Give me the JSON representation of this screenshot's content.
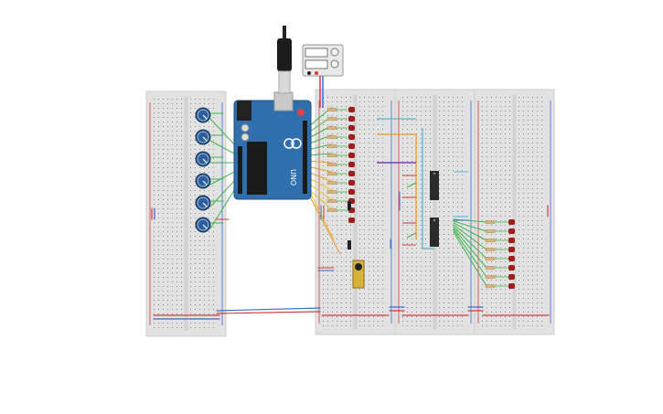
{
  "canvas": {
    "background": "#ffffff"
  },
  "arduino": {
    "brand_text": "UNO",
    "board_color": "#2f6fae",
    "board_edge_color": "#1f4f80"
  },
  "power_supply": {
    "body_color": "#e8e8e8"
  },
  "colors": {
    "breadboard": "#e2e2e2",
    "breadboard_edge": "#cfcfcf",
    "hole": "#8a8a8a",
    "rail_red": "#d33b3b",
    "rail_blue": "#3b6fd3",
    "wire_green": "#3fb54a",
    "wire_orange": "#e89a2c",
    "wire_yellow": "#e6c02a",
    "wire_purple": "#7b3fb5",
    "wire_teal": "#4fb8c9",
    "wire_black": "#333333",
    "led_red": "#9e1d1d",
    "resistor": "#d8b47a",
    "pot_knob": "#2e5f9c",
    "ic_chip": "#2b2b2b"
  },
  "components": {
    "potentiometer_count": 6,
    "led_column_count": 12,
    "output_led_count": 8
  }
}
